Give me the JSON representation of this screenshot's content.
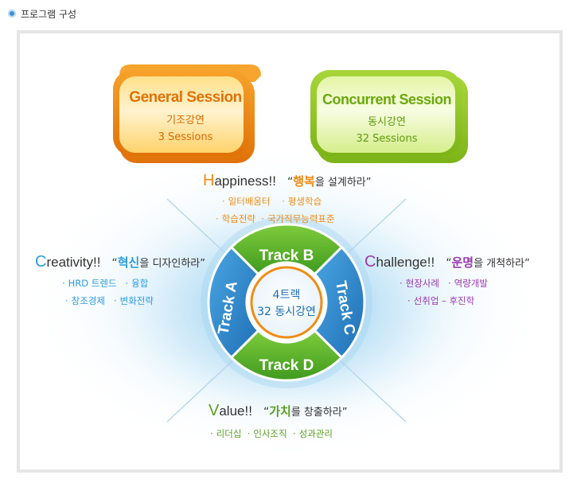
{
  "header": {
    "title": "프로그램 구성"
  },
  "sessions": [
    {
      "title": "General Session",
      "sub1": "기조강연",
      "sub2": "3 Sessions"
    },
    {
      "title": "Concurrent Session",
      "sub1": "동시강연",
      "sub2": "32 Sessions"
    }
  ],
  "center": {
    "line1": "4트랙",
    "line2": "32 동시강연"
  },
  "tracks": {
    "a": "Track A",
    "b": "Track B",
    "c": "Track C",
    "d": "Track D"
  },
  "sections": {
    "happiness": {
      "initial": "H",
      "word": "appiness!!",
      "quote_open": "“",
      "highlight": "행복",
      "rest": "을 설계하라”",
      "items": [
        [
          "일터배움터",
          "평생학습"
        ],
        [
          "학습전략",
          "국가직무능력표준"
        ]
      ]
    },
    "creativity": {
      "initial": "C",
      "word": "reativity!!",
      "quote_open": "“",
      "highlight": "혁신",
      "rest": "을 디자인하라”",
      "items": [
        [
          "HRD 트렌드",
          "융합"
        ],
        [
          "창조경제",
          "변화전략"
        ]
      ]
    },
    "challenge": {
      "initial": "C",
      "word": "hallenge!!",
      "quote_open": "“",
      "highlight": "운명",
      "rest": "을 개척하라”",
      "items": [
        [
          "현장사례",
          "역량개발"
        ],
        [
          "선취업 – 후진학"
        ]
      ]
    },
    "value": {
      "initial": "V",
      "word": "alue!!",
      "quote_open": "“",
      "highlight": "가치",
      "rest": "를 창출하라”",
      "items": [
        [
          "리더십",
          "인사조직",
          "성과관리"
        ]
      ]
    }
  },
  "colors": {
    "orange": "#f08c14",
    "green_lime": "#8ec320",
    "blue": "#2a86c9",
    "green": "#5bb030",
    "happiness": "#f08c14",
    "creativity": "#2a9be0",
    "challenge": "#9a3ab0",
    "value": "#5a9e20"
  }
}
